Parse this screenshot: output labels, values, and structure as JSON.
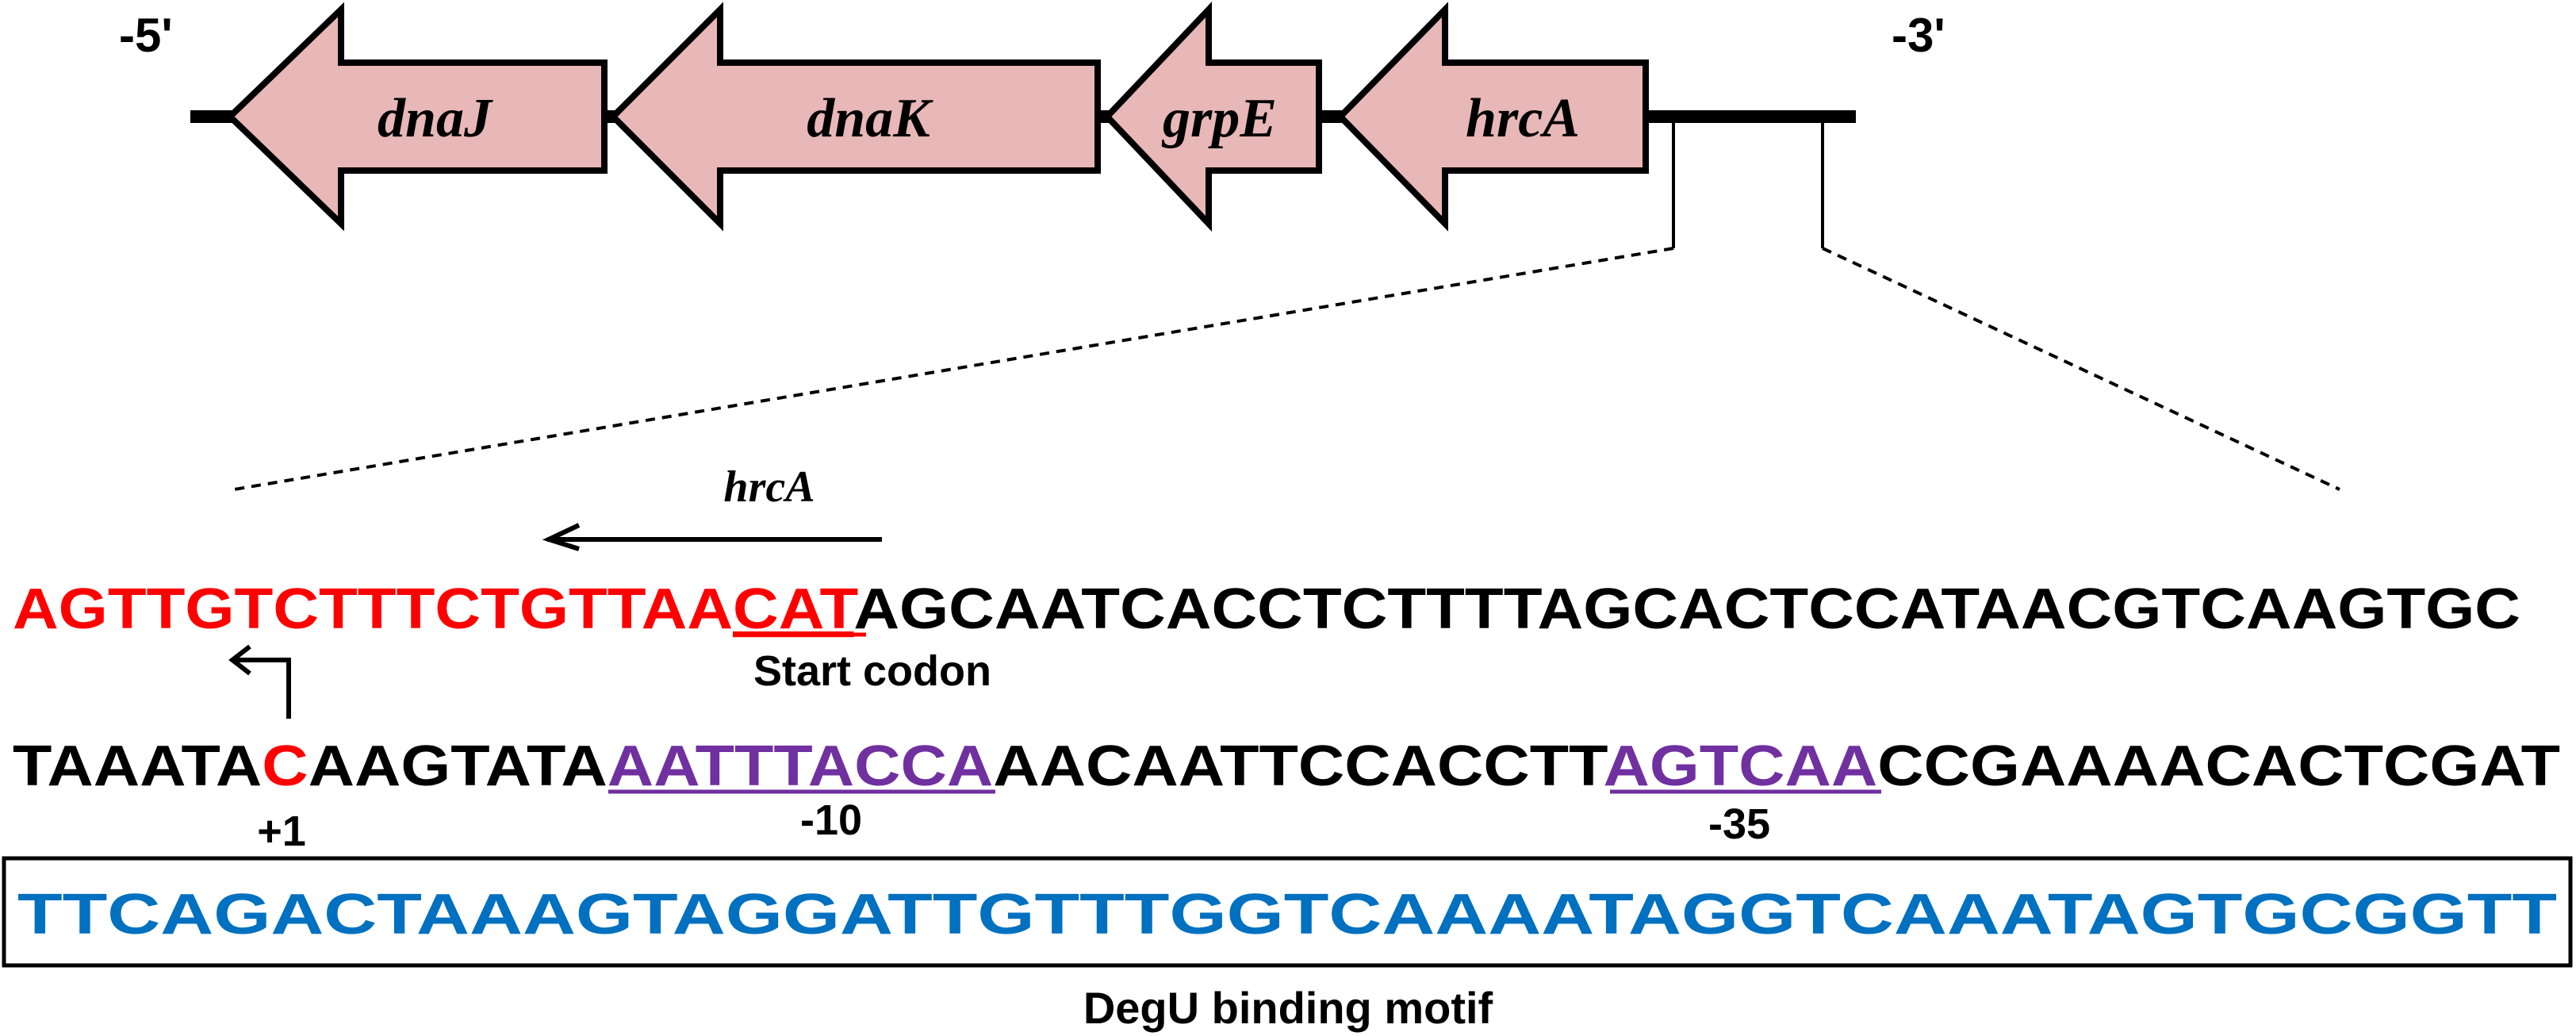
{
  "strand": {
    "five_prime": "-5'",
    "three_prime": "-3'"
  },
  "genes": [
    {
      "name": "dnaJ"
    },
    {
      "name": "dnaK"
    },
    {
      "name": "grpE"
    },
    {
      "name": "hrcA"
    }
  ],
  "gene_fill": "#e8b7b7",
  "hrca_arrow_label": "hrcA",
  "sequence": {
    "line1": {
      "red": "AGTTGTCTTTCTGTTAA",
      "red_underlined": "CAT",
      "black": "AGCAATCACCTCTTTTAGCACTCCATAACGTCAAGTGC"
    },
    "start_codon_label": "Start codon",
    "line2": {
      "s1": "TAAATA",
      "tss": "C",
      "s2": "AAGTATA",
      "minus10": "AATTTACCA",
      "s3": "AACAATTCCACCTT",
      "minus35": "AGTCAA",
      "s4": "CCGAAAACACTCGAT"
    },
    "tss_label": "+1",
    "minus10_label": "-10",
    "minus35_label": "-35",
    "line3": "TTCAGACTAAAGTAGGATTGTTTGGTCAAAATAGGTCAAATAGTGCGGTT"
  },
  "motif_label": "DegU binding motif",
  "colors": {
    "red": "#ff0000",
    "purple": "#7030a0",
    "blue": "#0070c0",
    "black": "#000000"
  }
}
